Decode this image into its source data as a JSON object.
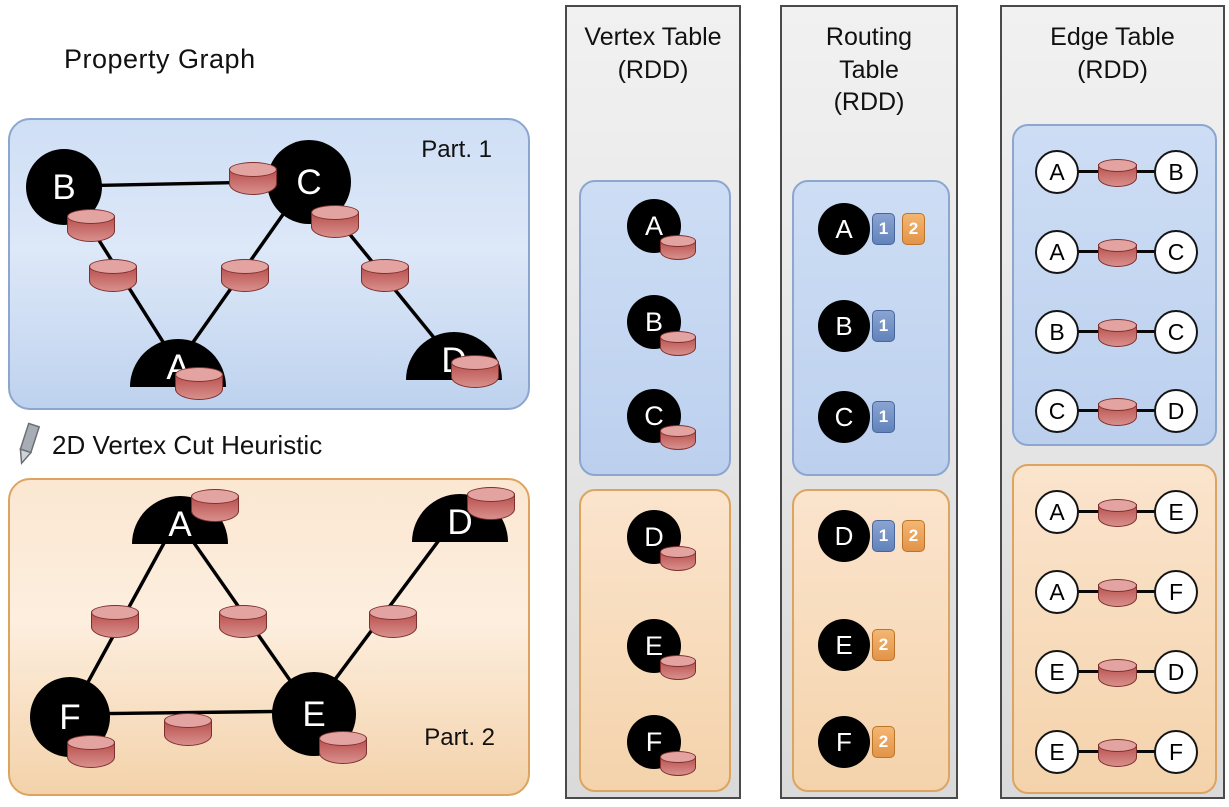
{
  "property_graph": {
    "title": "Property Graph",
    "cut_heuristic_label": "2D Vertex Cut Heuristic",
    "part1": {
      "label": "Part. 1",
      "vertices": [
        "B",
        "C",
        "A",
        "D"
      ],
      "cut_vertices": [
        "A",
        "D"
      ],
      "edges": [
        [
          "B",
          "C"
        ],
        [
          "B",
          "A"
        ],
        [
          "C",
          "A"
        ],
        [
          "C",
          "D"
        ]
      ]
    },
    "part2": {
      "label": "Part. 2",
      "vertices": [
        "A",
        "D",
        "F",
        "E"
      ],
      "cut_vertices": [
        "A",
        "D"
      ],
      "edges": [
        [
          "A",
          "F"
        ],
        [
          "A",
          "E"
        ],
        [
          "D",
          "E"
        ],
        [
          "F",
          "E"
        ]
      ]
    }
  },
  "vertex_table": {
    "title_line1": "Vertex Table",
    "title_line2": "(RDD)",
    "part1": [
      "A",
      "B",
      "C"
    ],
    "part2": [
      "D",
      "E",
      "F"
    ]
  },
  "routing_table": {
    "title_line1": "Routing",
    "title_line2": "Table",
    "title_line3": "(RDD)",
    "part1": [
      {
        "vertex": "A",
        "parts": [
          "1",
          "2"
        ]
      },
      {
        "vertex": "B",
        "parts": [
          "1"
        ]
      },
      {
        "vertex": "C",
        "parts": [
          "1"
        ]
      }
    ],
    "part2": [
      {
        "vertex": "D",
        "parts": [
          "1",
          "2"
        ]
      },
      {
        "vertex": "E",
        "parts": [
          "2"
        ]
      },
      {
        "vertex": "F",
        "parts": [
          "2"
        ]
      }
    ]
  },
  "edge_table": {
    "title_line1": "Edge Table",
    "title_line2": "(RDD)",
    "part1": [
      [
        "A",
        "B"
      ],
      [
        "A",
        "C"
      ],
      [
        "B",
        "C"
      ],
      [
        "C",
        "D"
      ]
    ],
    "part2": [
      [
        "A",
        "E"
      ],
      [
        "A",
        "F"
      ],
      [
        "E",
        "D"
      ],
      [
        "E",
        "F"
      ]
    ]
  },
  "colors": {
    "partition1_fill": "#cdddf3",
    "partition1_border": "#8ca6d0",
    "partition2_fill": "#f9e0c2",
    "partition2_border": "#dda45f",
    "vertex_fill": "#000000",
    "property_cylinder": "#c0504d",
    "routing_badge_part1": "#7390c5",
    "routing_badge_part2": "#eba55c",
    "column_fill": "#e8e8e8",
    "column_border": "#4a4a4a"
  }
}
